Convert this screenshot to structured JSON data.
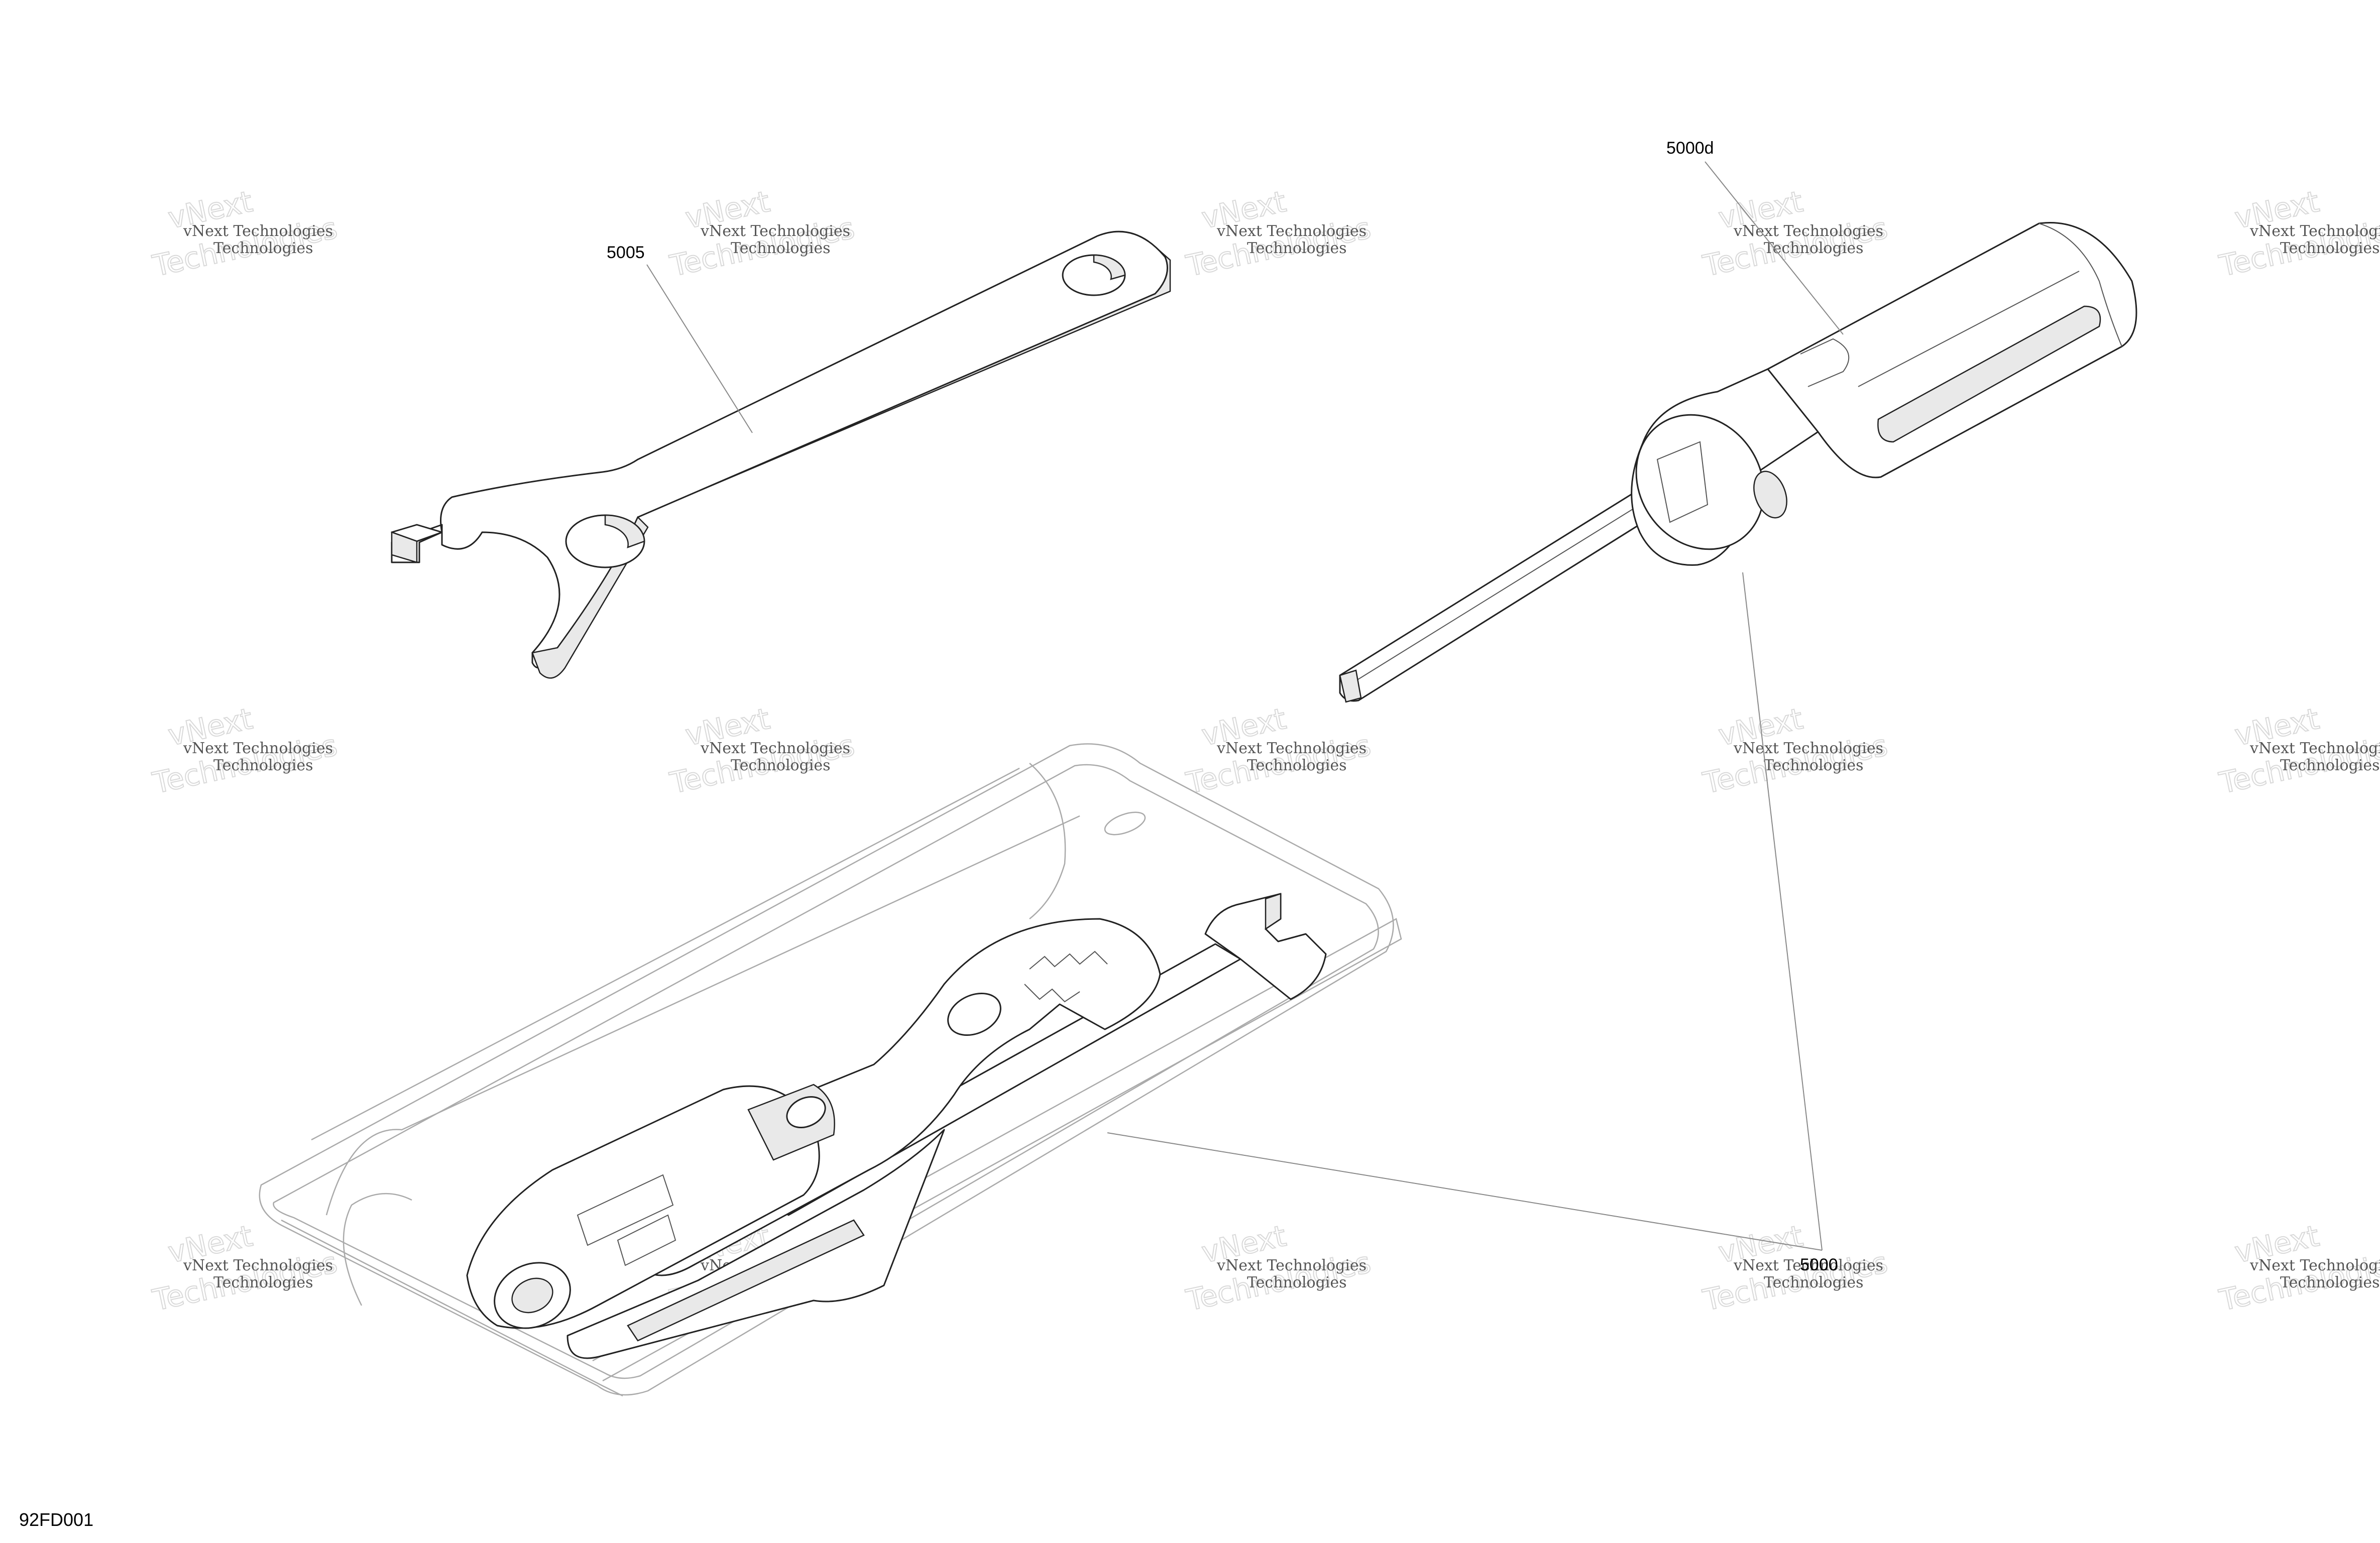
{
  "callouts": {
    "spanner": "5005",
    "screwdriver": "5000d",
    "tool_kit": "5000"
  },
  "watermark": {
    "line1": "vNext Technologies",
    "line2a": "vNext",
    "line2b": "Technologies"
  },
  "diagram_code": "92FD001"
}
